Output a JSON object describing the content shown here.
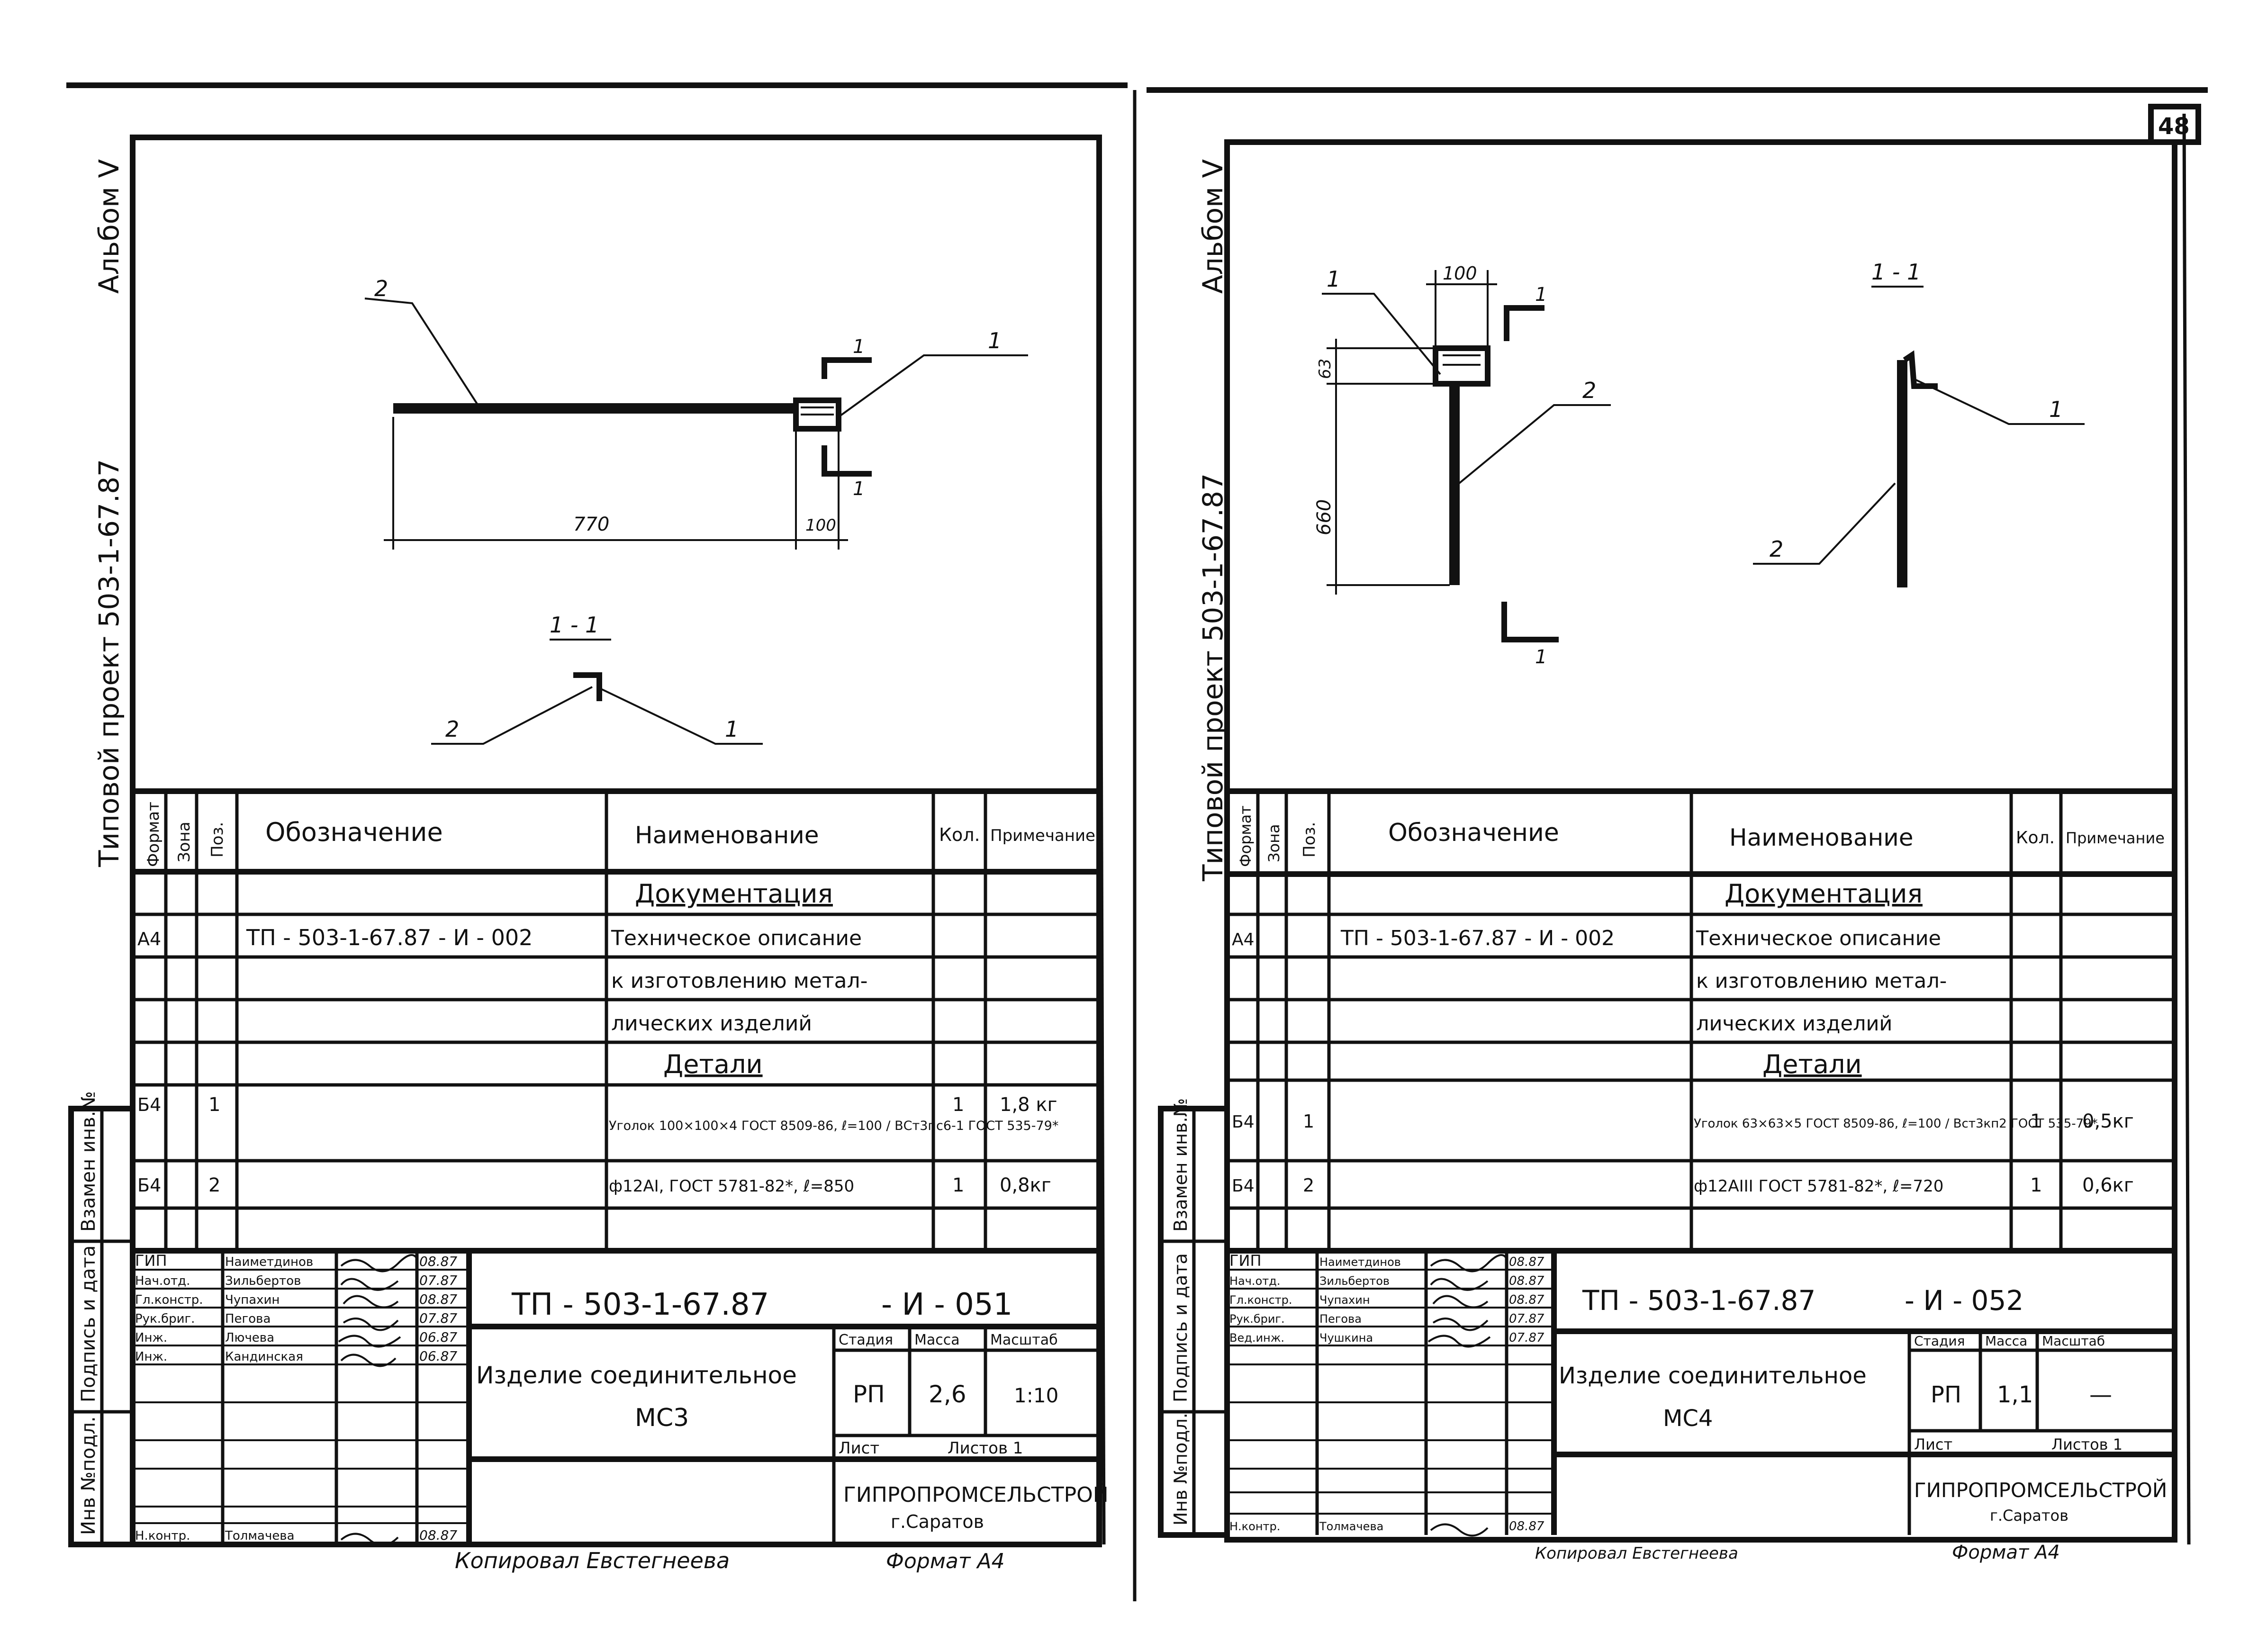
{
  "page_number": "48",
  "left_margin_texts": {
    "album": "Альбом V",
    "project": "Типовой проект 503-1-67.87",
    "stamp_cells": [
      "Инв №подл.",
      "Подпись и дата",
      "Взамен инв.№"
    ]
  },
  "sheets": [
    {
      "id": "sheet-1",
      "drawing": {
        "dim_main": "770",
        "dim_part": "100",
        "section_label": "1 - 1",
        "callouts": [
          "1",
          "2"
        ],
        "section_marks": [
          "1",
          "1"
        ]
      },
      "spec": {
        "headers": {
          "format": "Формат",
          "zone": "Зона",
          "pos": "Поз.",
          "designation": "Обозначение",
          "name": "Наименование",
          "qty": "Кол.",
          "note": "Примечание"
        },
        "section_docs": "Документация",
        "doc_row": {
          "format": "А4",
          "designation": "ТП - 503-1-67.87   - И - 002",
          "name_lines": [
            "Техническое описание",
            "к изготовлению метал-",
            "лических изделий"
          ]
        },
        "section_parts": "Детали",
        "rows": [
          {
            "format": "Б4",
            "pos": "1",
            "name": "Уголок 100×100×4 ГОСТ 8509-86, ℓ=100 / ВСт3пс6-1 ГОСТ 535-79*",
            "qty": "1",
            "note": "1,8 кг"
          },
          {
            "format": "Б4",
            "pos": "2",
            "name": "ф12АI, ГОСТ 5781-82*, ℓ=850",
            "qty": "1",
            "note": "0,8кг"
          }
        ]
      },
      "title_block": {
        "signatures": [
          {
            "role": "ГИП",
            "name": "Наиметдинов",
            "date": "08.87"
          },
          {
            "role": "Нач.отд.",
            "name": "Зильбертов",
            "date": "07.87"
          },
          {
            "role": "Гл.констр.",
            "name": "Чупахин",
            "date": "08.87"
          },
          {
            "role": "Рук.бриг.",
            "name": "Пегова",
            "date": "07.87"
          },
          {
            "role": "Инж.",
            "name": "Лючева",
            "date": "06.87"
          },
          {
            "role": "Инж.",
            "name": "Кандинская",
            "date": "06.87"
          },
          {
            "role": "Н.контр.",
            "name": "Толмачева",
            "date": "08.87"
          }
        ],
        "code": "ТП - 503-1-67.87",
        "doc_suffix": "- И - 051",
        "item_title": "Изделие соединительное",
        "item_mark": "МС3",
        "stage_label": "Стадия",
        "mass_label": "Масса",
        "scale_label": "Масштаб",
        "stage": "РП",
        "mass": "2,6",
        "scale": "1:10",
        "sheet_label": "Лист",
        "sheets_label": "Листов 1",
        "org": "ГИПРОПРОМСЕЛЬСТРОЙ",
        "city": "г.Саратов",
        "copied": "Копировал Евстегнеева",
        "format": "Формат А4"
      }
    },
    {
      "id": "sheet-2",
      "drawing": {
        "dim_width": "100",
        "dim_small": "63",
        "dim_height": "660",
        "section_label": "1 - 1",
        "callouts": [
          "1",
          "2"
        ],
        "section_marks": [
          "1",
          "1"
        ]
      },
      "spec": {
        "headers": {
          "format": "Формат",
          "zone": "Зона",
          "pos": "Поз.",
          "designation": "Обозначение",
          "name": "Наименование",
          "qty": "Кол.",
          "note": "Примечание"
        },
        "section_docs": "Документация",
        "doc_row": {
          "format": "А4",
          "designation": "ТП - 503-1-67.87   - И - 002",
          "name_lines": [
            "Техническое описание",
            "к изготовлению метал-",
            "лических изделий"
          ]
        },
        "section_parts": "Детали",
        "rows": [
          {
            "format": "Б4",
            "pos": "1",
            "name": "Уголок 63×63×5 ГОСТ 8509-86, ℓ=100 / Вст3кп2 ГОСТ 535-79*",
            "qty": "1",
            "note": "0,5кг"
          },
          {
            "format": "Б4",
            "pos": "2",
            "name": "ф12АIII ГОСТ 5781-82*, ℓ=720",
            "qty": "1",
            "note": "0,6кг"
          }
        ]
      },
      "title_block": {
        "signatures": [
          {
            "role": "ГИП",
            "name": "Наиметдинов",
            "date": "08.87"
          },
          {
            "role": "Нач.отд.",
            "name": "Зильбертов",
            "date": "08.87"
          },
          {
            "role": "Гл.констр.",
            "name": "Чупахин",
            "date": "08.87"
          },
          {
            "role": "Рук.бриг.",
            "name": "Пегова",
            "date": "07.87"
          },
          {
            "role": "Вед.инж.",
            "name": "Чушкина",
            "date": "07.87"
          },
          {
            "role": "",
            "name": "",
            "date": ""
          },
          {
            "role": "Н.контр.",
            "name": "Толмачева",
            "date": "08.87"
          }
        ],
        "code": "ТП - 503-1-67.87",
        "doc_suffix": "- И - 052",
        "item_title": "Изделие соединительное",
        "item_mark": "МС4",
        "stage_label": "Стадия",
        "mass_label": "Масса",
        "scale_label": "Масштаб",
        "stage": "РП",
        "mass": "1,1",
        "scale": "—",
        "sheet_label": "Лист",
        "sheets_label": "Листов 1",
        "org": "ГИПРОПРОМСЕЛЬСТРОЙ",
        "city": "г.Саратов",
        "copied": "Копировал Евстегнеева",
        "format": "Формат А4"
      }
    }
  ]
}
